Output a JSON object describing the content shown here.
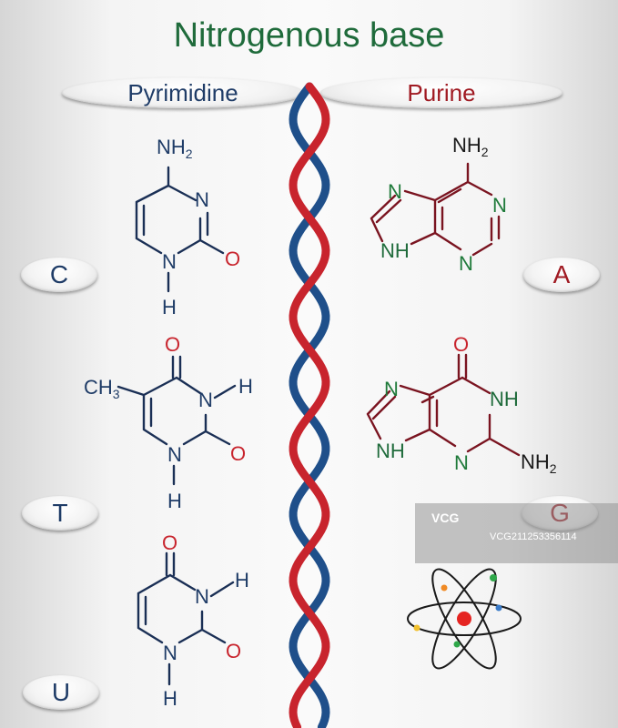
{
  "title": "Nitrogenous base",
  "headers": {
    "pyrimidine": "Pyrimidine",
    "purine": "Purine"
  },
  "pyrimidine_letters": [
    "C",
    "T",
    "U"
  ],
  "purine_letters": [
    "A",
    "G"
  ],
  "atom_labels": {
    "nitrogen": "N",
    "oxygen": "O",
    "hydrogen": "H",
    "amino": "NH",
    "amino_sub": "2",
    "methyl": "CH",
    "methyl_sub": "3"
  },
  "watermark": {
    "logo": "VCG",
    "text": "VCG21125335611​4"
  },
  "colors": {
    "title": "#1f6b3b",
    "pyrimidine": "#1f3c67",
    "purine": "#a01a22",
    "helix_red": "#c8242d",
    "helix_blue": "#1f4f8a",
    "bond_pyrimidine": "#1a2f55",
    "bond_purine": "#7a1420"
  }
}
